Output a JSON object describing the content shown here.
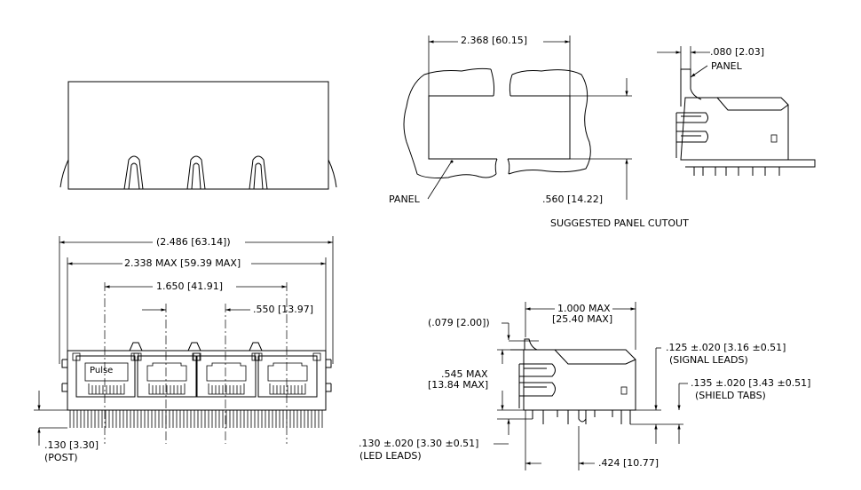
{
  "labels": {
    "cutout_width": "2.368 [60.15]",
    "panel_thickness": ".080 [2.03]",
    "panel_side": "PANEL",
    "panel_front": "PANEL",
    "cutout_height": ".560 [14.22]",
    "cutout_caption": "SUGGESTED  PANEL  CUTOUT",
    "overall_width": "(2.486 [63.14])",
    "body_width": "2.338  MAX [59.39  MAX]",
    "outer_pitch": "1.650 [41.91]",
    "port_pitch": ".550 [13.97]",
    "post_length": ".130 [3.30]",
    "post_note": "(POST)",
    "brand": "Pulse",
    "depth_line1": "1.000  MAX",
    "depth_line2": "[25.40  MAX]",
    "offset_079": "(.079 [2.00])",
    "height_line1": ".545  MAX",
    "height_line2": "[13.84  MAX]",
    "signal_leads_dim": ".125 ±.020 [3.16 ±0.51]",
    "signal_leads_note": "(SIGNAL LEADS)",
    "shield_tabs_dim": ".135 ±.020 [3.43 ±0.51]",
    "shield_tabs_note": "(SHIELD TABS)",
    "led_leads_dim": ".130 ±.020 [3.30 ±0.51]",
    "led_leads_note": "(LED LEADS)",
    "lead_offset": ".424 [10.77]"
  },
  "ports": {
    "count": 4
  }
}
